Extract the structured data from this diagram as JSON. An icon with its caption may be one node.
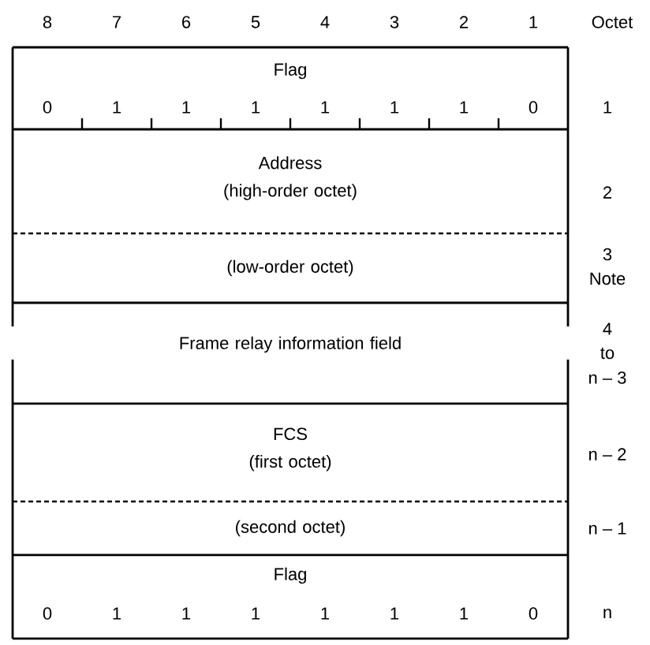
{
  "diagram": {
    "nodes": [
      {
        "text": [
          "Flag"
        ],
        "beside": [
          "1"
        ]
      },
      {
        "text": [
          "Address",
          "(high-order octet)"
        ],
        "beside": [
          "2"
        ]
      },
      {
        "text": [
          "(low-order octet)"
        ],
        "beside": [
          "3",
          "Note"
        ]
      },
      {
        "text": [
          "Frame relay information field"
        ],
        "beside": [
          "4",
          "to",
          "n – 3"
        ]
      },
      {
        "text": [
          "FCS",
          "(first octet)"
        ],
        "beside": [
          "n – 2"
        ]
      },
      {
        "text": [
          "(second octet)"
        ],
        "beside": [
          "n – 1"
        ]
      },
      {
        "text": [
          "Flag"
        ],
        "beside": [
          "n"
        ]
      }
    ],
    "labels": [
      "8",
      "7",
      "6",
      "5",
      "4",
      "3",
      "2",
      "1",
      "Octet",
      "0",
      "1",
      "1",
      "1",
      "1",
      "1",
      "1",
      "0",
      "0",
      "1",
      "1",
      "1",
      "1",
      "1",
      "1",
      "0"
    ]
  }
}
